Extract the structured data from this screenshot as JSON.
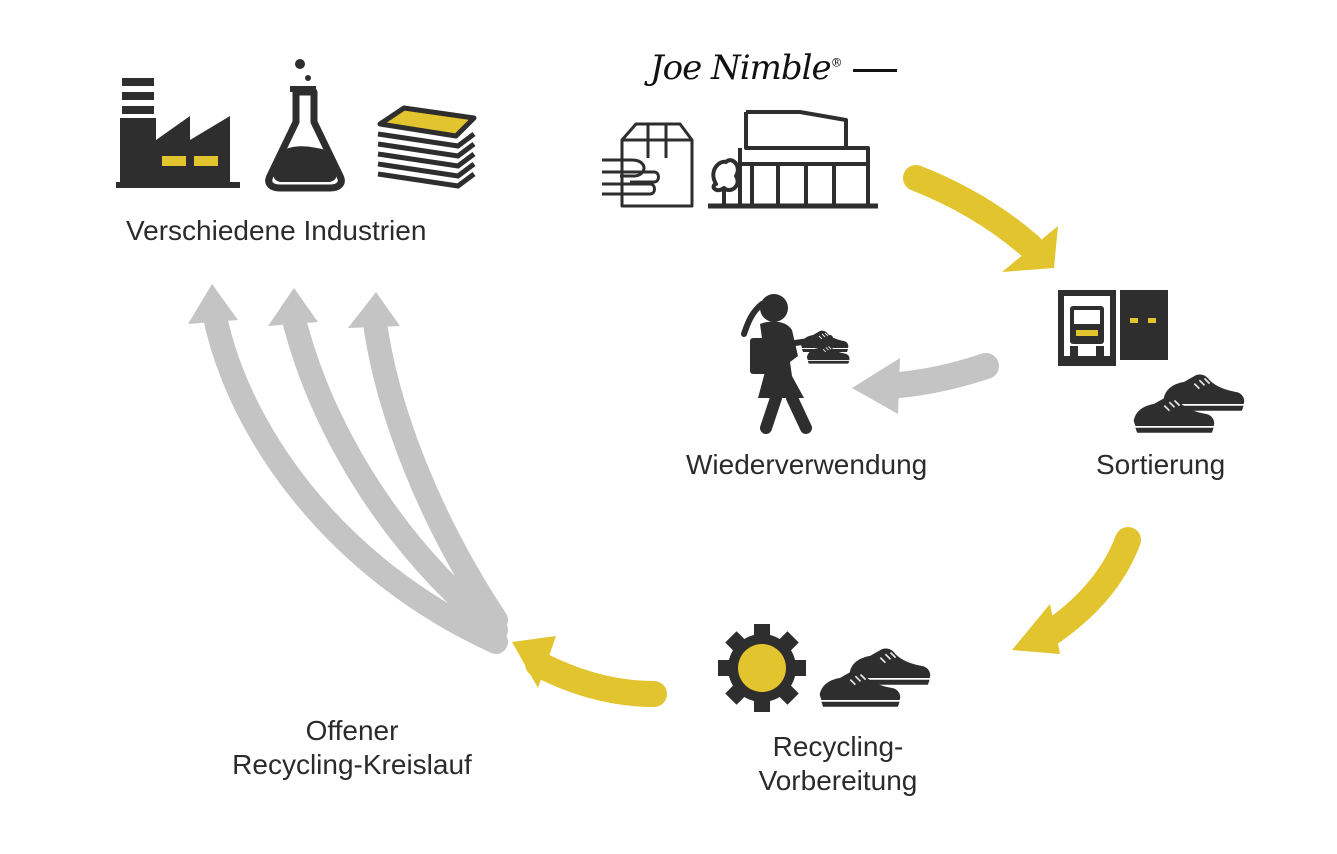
{
  "brand": {
    "name": "Joe Nimble",
    "registered_mark": "®"
  },
  "nodes": {
    "industries": {
      "label": "Verschiedene Industrien"
    },
    "reuse": {
      "label": "Wiederverwendung"
    },
    "sorting": {
      "label": "Sortierung"
    },
    "recycling_prep": {
      "label_line1": "Recycling-",
      "label_line2": "Vorbereitung"
    },
    "open_loop": {
      "label_line1": "Offener",
      "label_line2": "Recycling-Kreislauf"
    }
  },
  "icons": {
    "industries": [
      "factory-icon",
      "flask-icon",
      "paper-stack-icon"
    ],
    "retail": [
      "package-hand-icon",
      "store-icon"
    ],
    "reuse": [
      "person-carrying-shoes-icon"
    ],
    "sorting": [
      "truck-icon",
      "box-icon",
      "sneakers-icon"
    ],
    "recycling_prep": [
      "gear-icon",
      "sneakers-icon"
    ]
  },
  "colors": {
    "accent_yellow": "#E2C42E",
    "arrow_gray": "#C4C4C4",
    "icon_dark": "#2E2E2E",
    "text": "#2B2B2B"
  }
}
